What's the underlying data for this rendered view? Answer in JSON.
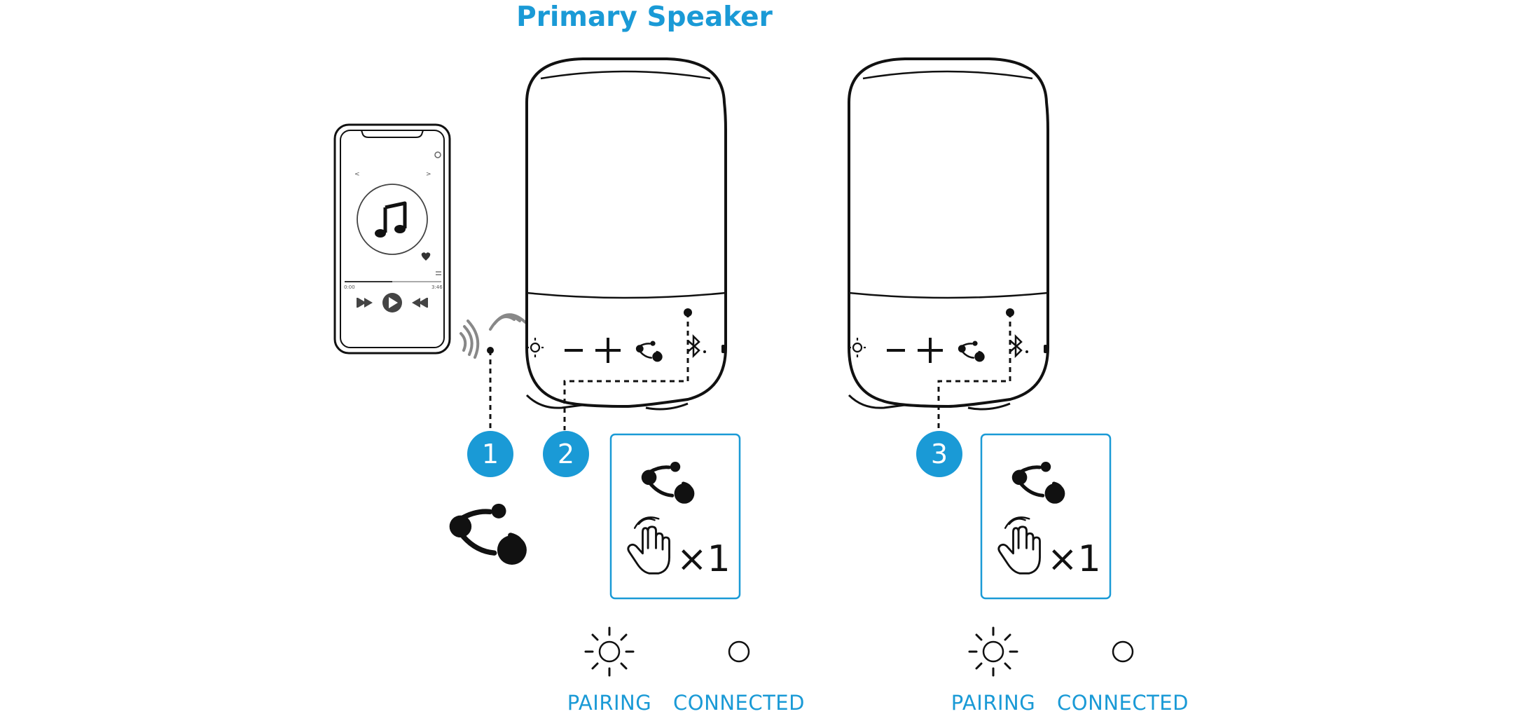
{
  "title": "Primary Speaker",
  "steps": [
    {
      "number": "1"
    },
    {
      "number": "2",
      "multiplier": "×1",
      "indicator_labels": [
        "PAIRING",
        "CONNECTED"
      ]
    },
    {
      "number": "3",
      "multiplier": "×1",
      "indicator_labels": [
        "PAIRING",
        "CONNECTED"
      ]
    }
  ],
  "phone": {
    "nav_prev": "<",
    "nav_next": ">",
    "elapsed": "0:00",
    "remaining": "3:46"
  },
  "colors": {
    "accent": "#1a9ad6",
    "line": "#111111",
    "wave": "#888888"
  },
  "icons": [
    "party-connect-icon",
    "tap-hand-icon",
    "light-flashing-icon",
    "light-steady-icon",
    "music-note-icon"
  ]
}
